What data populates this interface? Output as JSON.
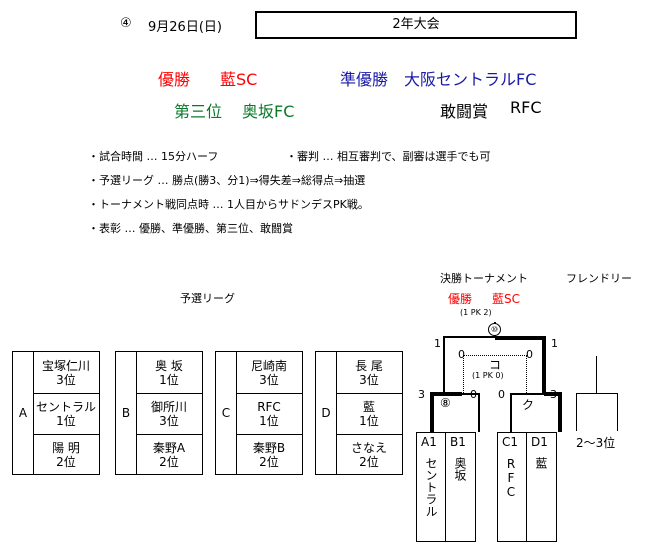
{
  "header": {
    "number": "④",
    "date": "9月26日(日)",
    "event": "2年大会"
  },
  "awards": {
    "winner_label": "優勝",
    "winner": "藍SC",
    "runner_up_label": "準優勝",
    "runner_up": "大阪セントラルFC",
    "third_label": "第三位",
    "third": "奥坂FC",
    "fighting_label": "敢闘賞",
    "fighting": "RFC"
  },
  "rules": [
    "・試合時間 … 15分ハーフ",
    "・審判 … 相互審判で、副審は選手でも可",
    "・予選リーグ … 勝点(勝3、分1)⇒得失差⇒総得点⇒抽選",
    "・トーナメント戦同点時 … 1人目からサドンデスPK戦。",
    "・表彰 … 優勝、準優勝、第三位、敢闘賞"
  ],
  "league": {
    "title": "予選リーグ",
    "groups": [
      {
        "letter": "A",
        "teams": [
          {
            "name": "宝塚仁川",
            "rank": "3位"
          },
          {
            "name": "セントラル",
            "rank": "1位"
          },
          {
            "name": "陽 明",
            "rank": "2位"
          }
        ]
      },
      {
        "letter": "B",
        "teams": [
          {
            "name": "奥 坂",
            "rank": "1位"
          },
          {
            "name": "御所川",
            "rank": "3位"
          },
          {
            "name": "秦野A",
            "rank": "2位"
          }
        ]
      },
      {
        "letter": "C",
        "teams": [
          {
            "name": "尼崎南",
            "rank": "3位"
          },
          {
            "name": "RFC",
            "rank": "1位"
          },
          {
            "name": "秦野B",
            "rank": "2位"
          }
        ]
      },
      {
        "letter": "D",
        "teams": [
          {
            "name": "長 尾",
            "rank": "3位"
          },
          {
            "name": "藍",
            "rank": "1位"
          },
          {
            "name": "さなえ",
            "rank": "2位"
          }
        ]
      }
    ]
  },
  "tournament": {
    "title": "決勝トーナメント",
    "result_label": "優勝",
    "result_team": "藍SC",
    "final_pk": "(1 PK 2)",
    "final_no": "⑩",
    "third_place_label": "コ",
    "third_pk": "(1 PK 0)",
    "semi1_no": "⑧",
    "semi2_no": "ク",
    "scores": {
      "final_left": "1",
      "final_right": "1",
      "third_left": "0",
      "third_right": "0",
      "semi1_left": "3",
      "semi1_right": "0",
      "semi2_left": "0",
      "semi2_right": "3"
    },
    "slots": [
      {
        "seed": "A1",
        "team": "セントラル"
      },
      {
        "seed": "B1",
        "team": "奥坂"
      },
      {
        "seed": "C1",
        "team": "RFC"
      },
      {
        "seed": "D1",
        "team": "藍"
      }
    ]
  },
  "friendly": {
    "title": "フレンドリー",
    "slot": "2〜3位"
  }
}
